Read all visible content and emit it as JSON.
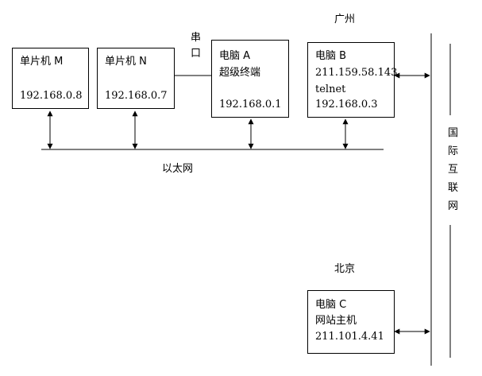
{
  "nodes": {
    "mcu_m": {
      "name": "单片机 M",
      "ip": "192.168.0.8"
    },
    "mcu_n": {
      "name": "单片机 N",
      "ip": "192.168.0.7"
    },
    "pc_a": {
      "name": "电脑 A",
      "role": "超级终端",
      "ip": "192.168.0.1"
    },
    "pc_b": {
      "name": "电脑 B",
      "public_ip": "211.159.58.143",
      "service": "telnet",
      "lan_ip": "192.168.0.3"
    },
    "pc_c": {
      "name": "电脑 C",
      "role": "网站主机",
      "ip": "211.101.4.41"
    }
  },
  "labels": {
    "serial_1": "串",
    "serial_2": "口",
    "ethernet": "以太网",
    "guangzhou": "广州",
    "beijing": "北京",
    "internet": [
      "国",
      "际",
      "互",
      "联",
      "网"
    ]
  }
}
